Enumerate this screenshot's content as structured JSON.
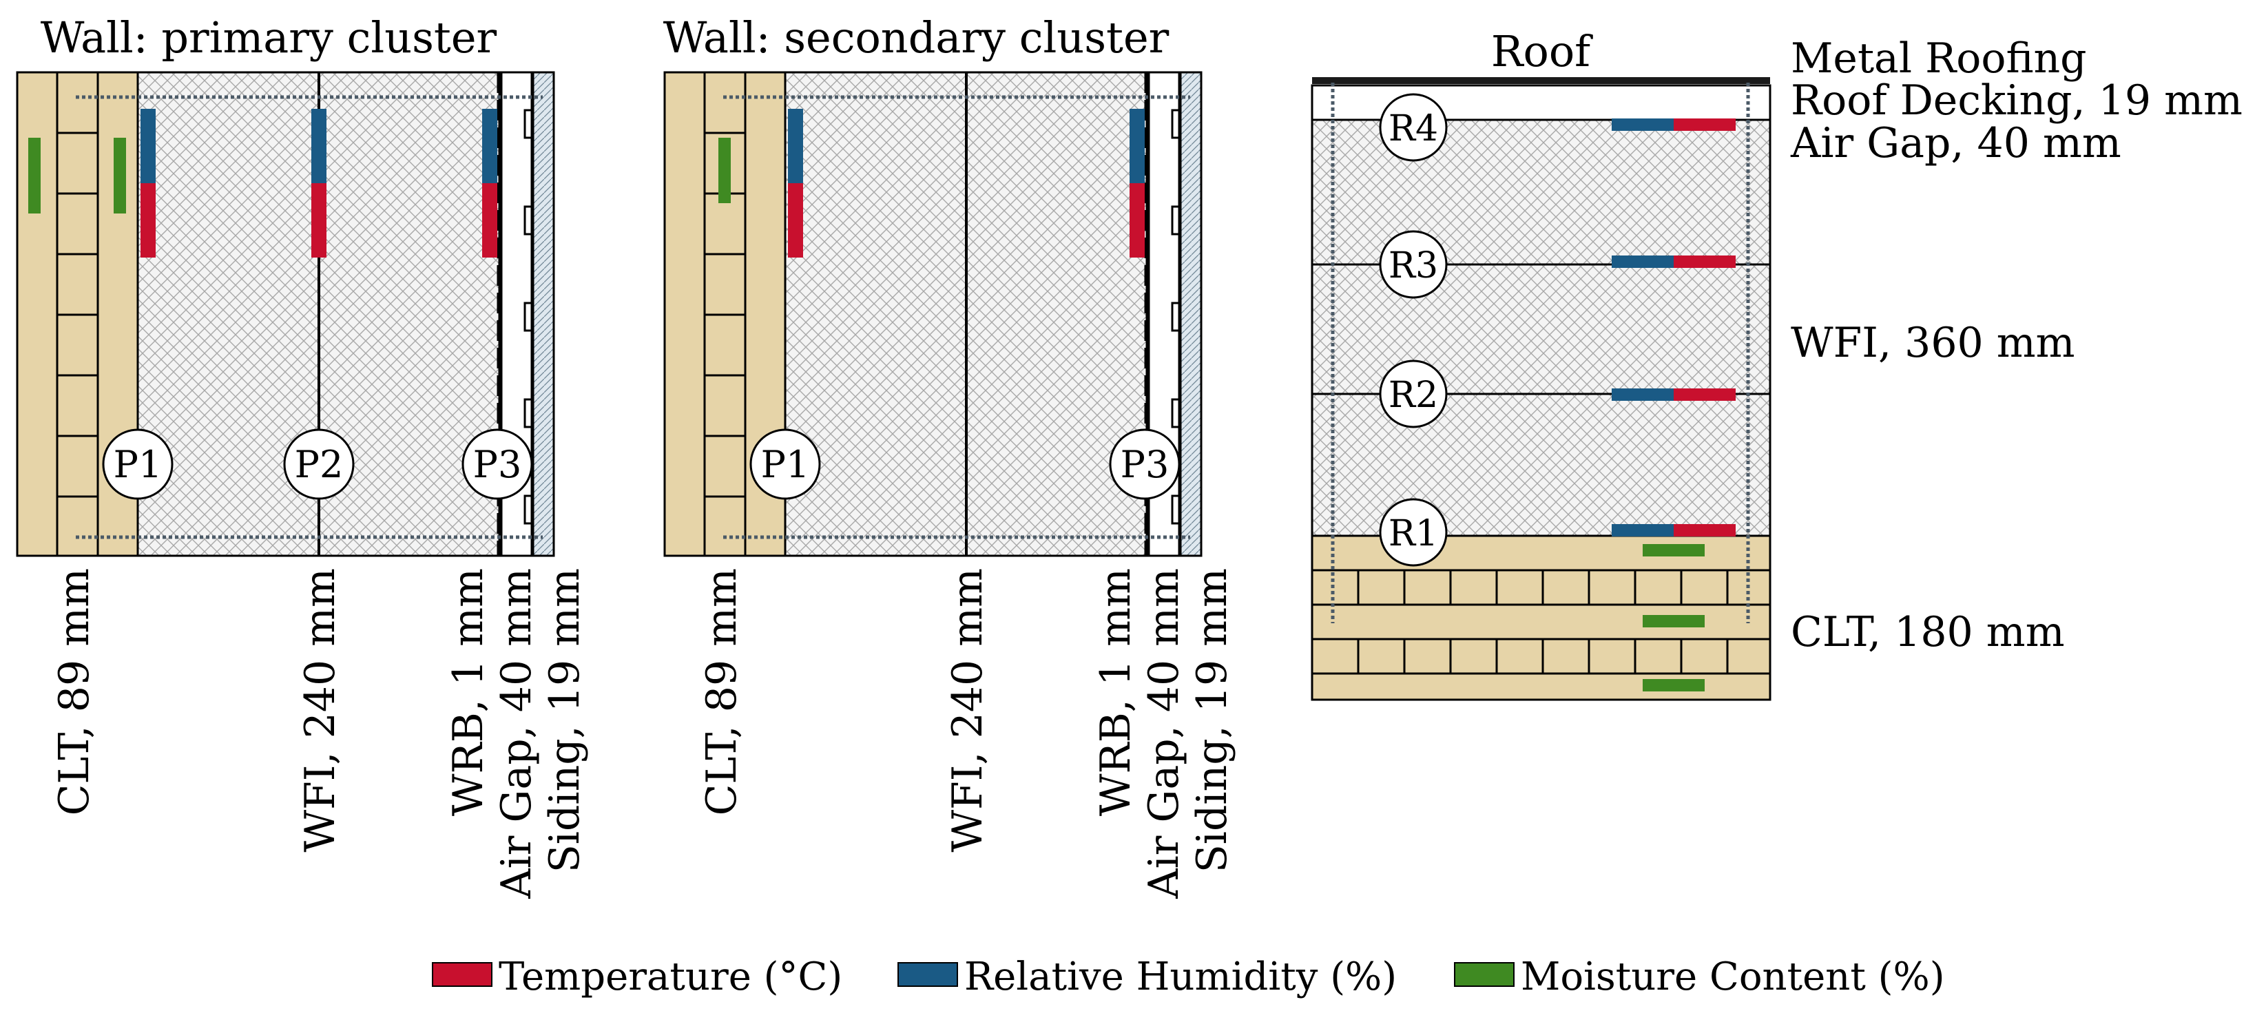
{
  "titles": {
    "wall_primary": "Wall: primary cluster",
    "wall_secondary": "Wall: secondary cluster",
    "roof": "Roof"
  },
  "wall_primary": {
    "probes": [
      "P1",
      "P2",
      "P3"
    ],
    "layer_labels": [
      "CLT, 89 mm",
      "WFI, 240 mm",
      "WRB, 1 mm",
      "Air Gap, 40 mm",
      "Siding, 19 mm"
    ]
  },
  "wall_secondary": {
    "probes": [
      "P1",
      "P3"
    ],
    "layer_labels": [
      "CLT, 89 mm",
      "WFI, 240 mm",
      "WRB, 1 mm",
      "Air Gap, 40 mm",
      "Siding, 19 mm"
    ]
  },
  "roof": {
    "probes": [
      "R4",
      "R3",
      "R2",
      "R1"
    ],
    "layer_labels": [
      "Metal Roofing",
      "Roof Decking, 19 mm",
      "Air Gap, 40 mm",
      "WFI, 360 mm",
      "CLT, 180 mm"
    ]
  },
  "legend": [
    {
      "label": "Temperature (°C)",
      "color": "#c8102e"
    },
    {
      "label": "Relative Humidity (%)",
      "color": "#1a5a85"
    },
    {
      "label": "Moisture Content (%)",
      "color": "#3f8a22"
    }
  ],
  "colors": {
    "clt": "#e6d4a8",
    "insulation_bg": "#f2f2f2",
    "insulation_hatch": "#9a9a9a",
    "siding": "#dce6ee"
  }
}
